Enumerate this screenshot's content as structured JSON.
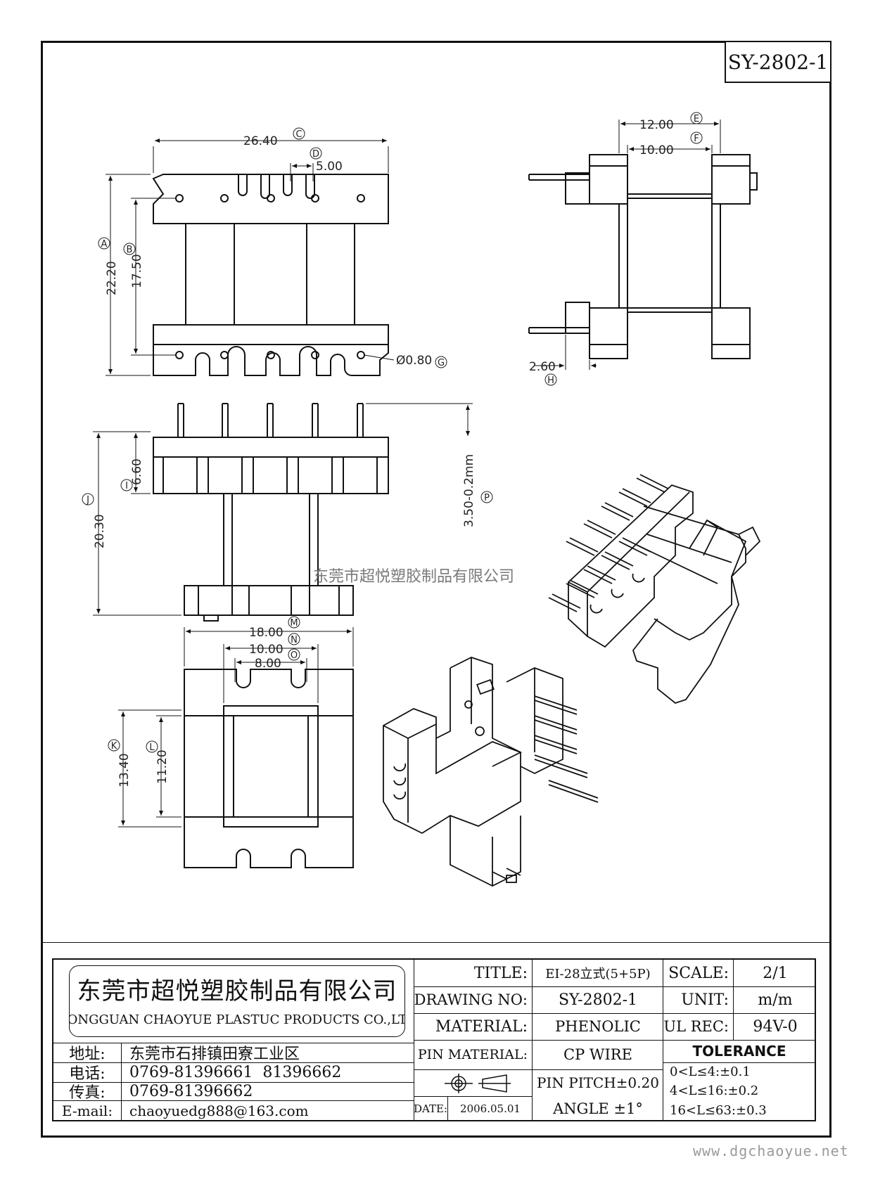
{
  "part_number": "SY-2802-1",
  "dimensions": {
    "top_width": "26.40",
    "pin_pitch": "5.00",
    "overall_height": "22.20",
    "pin_row_span": "17.50",
    "hole_dia": "Ø0.80",
    "side_outer": "12.00",
    "side_inner": "10.00",
    "side_offset": "2.60",
    "body_height": "20.30",
    "flange_height": "6.60",
    "pin_length": "3.50-0.2mm",
    "bottom_width": "18.00",
    "bottom_mid": "10.00",
    "bottom_slot": "8.00",
    "bottom_height": "13.40",
    "bottom_inner_height": "11.20"
  },
  "markers": {
    "a": "A",
    "b": "B",
    "c": "C",
    "d": "D",
    "e": "E",
    "f": "F",
    "g": "G",
    "h": "H",
    "i": "I",
    "j": "J",
    "k": "K",
    "l": "L",
    "m": "M",
    "n": "N",
    "o": "O",
    "p": "P"
  },
  "watermark": "东莞市超悦塑胶制品有限公司",
  "site": "www.dgchaoyue.net",
  "title_block": {
    "company_cn": "东莞市超悦塑胶制品有限公司",
    "company_en": "DONGGUAN CHAOYUE PLASTUC PRODUCTS CO.,LTD",
    "address_label": "地址:",
    "address": "东莞市石排镇田寮工业区",
    "phone_label": "电话:",
    "phone": "0769-81396661  81396662",
    "fax_label": "传真:",
    "fax": "0769-81396662",
    "email_label": "E-mail:",
    "email": "chaoyuedg888@163.com",
    "title_label": "TITLE:",
    "title": "EI-28立式(5+5P)",
    "drawing_no_label": "DRAWING NO:",
    "drawing_no": "SY-2802-1",
    "material_label": "MATERIAL:",
    "material": "PHENOLIC",
    "pin_material_label": "PIN MATERIAL:",
    "pin_material": "CP WIRE",
    "date_label": "DATE:",
    "date": "2006.05.01",
    "pin_pitch": "PIN PITCH±0.20",
    "angle": "ANGLE ±1°",
    "scale_label": "SCALE:",
    "scale": "2/1",
    "unit_label": "UNIT:",
    "unit": "m/m",
    "ul_rec_label": "UL REC:",
    "ul_rec": "94V-0",
    "tolerance_label": "TOLERANCE",
    "tolerance_1": "0<L≤4:±0.1",
    "tolerance_2": "4<L≤16:±0.2",
    "tolerance_3": "16<L≤63:±0.3"
  }
}
